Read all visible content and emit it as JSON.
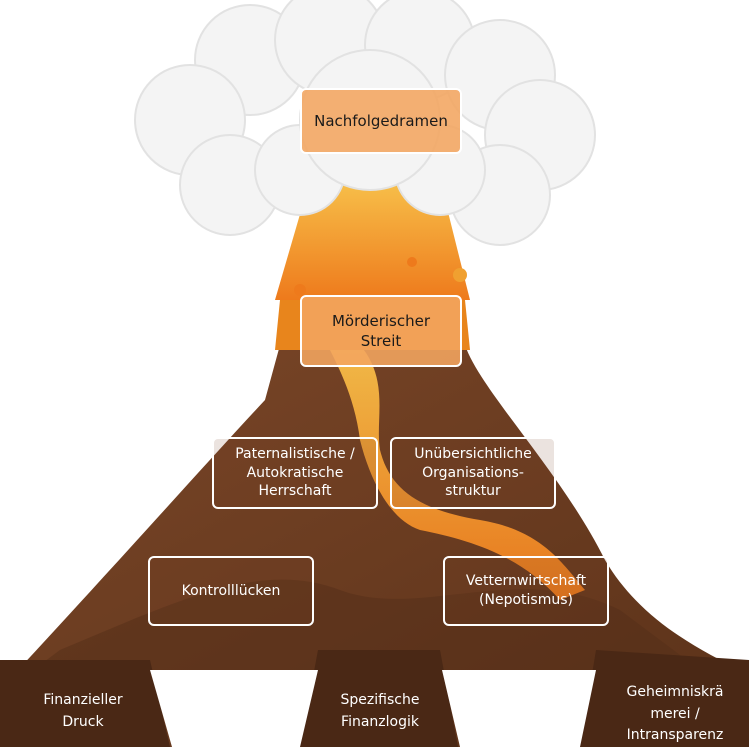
{
  "top": {
    "label": "Nachfolgedramen"
  },
  "middle": {
    "label": "Mörderischer\nStreit"
  },
  "causes": [
    {
      "label": "Paternalistische /\nAutokratische\nHerrschaft"
    },
    {
      "label": "Unübersichtliche\nOrganisations-\nstruktur"
    },
    {
      "label": "Kontrolllücken"
    },
    {
      "label": "Vetternwirtschaft\n(Nepotismus)"
    }
  ],
  "roots": [
    {
      "label": "Finanzieller\nDruck"
    },
    {
      "label": "Spezifische\nFinanzlogik"
    },
    {
      "label": "Geheimniskrä\nmerei /\nIntransparenz"
    }
  ],
  "colors": {
    "mountain": "#6b3d22",
    "mountain_dark": "#4a2815",
    "lava": "#f0a030",
    "smoke": "#f2f2f2",
    "box_fill": "#f2a560"
  }
}
